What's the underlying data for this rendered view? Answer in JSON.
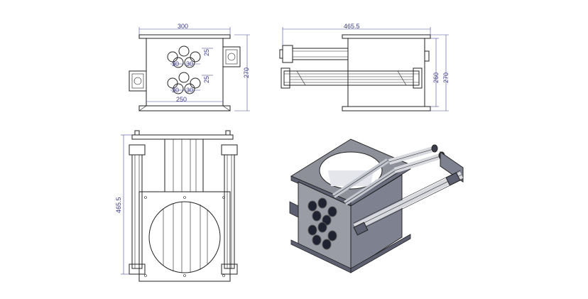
{
  "colors": {
    "line": "#222222",
    "dimension": "#3a3a8a",
    "metal_face": "#8e9099",
    "metal_dark": "#5d6070",
    "metal_light": "#c4c6cf"
  },
  "front_view": {
    "width_label": "300",
    "height_label": "270",
    "inner_width_label": "250",
    "pitch_labels": [
      "30",
      "30",
      "30",
      "30"
    ],
    "spacing_labels": [
      "25",
      "25"
    ]
  },
  "side_view": {
    "length_label": "465.5",
    "height_label_a": "260",
    "height_label_b": "270"
  },
  "top_view": {
    "length_label": "465.5"
  }
}
